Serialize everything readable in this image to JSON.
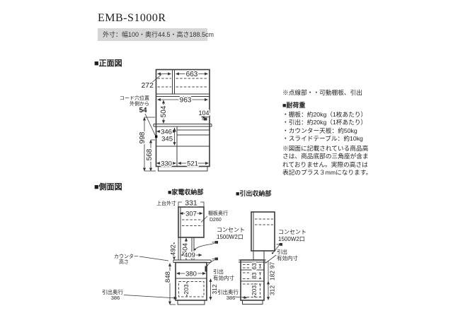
{
  "title": "EMB-S1000R",
  "subtitle": "外寸：幅100・奥行44.5・高さ188.5cm",
  "sections": {
    "front": "■正面図",
    "side": "■側面図",
    "appliance": "■家電収納部",
    "drawer": "■引出収納部"
  },
  "notes": {
    "dotted": "※点線部・・可動棚板、引出",
    "load_title": "■耐荷重",
    "load_items": [
      "・棚板：約20kg（1枚あたり）",
      "・引出：約20kg（1杯あたり）",
      "・カウンター天板：約50kg",
      "・スライドテーブル：約10kg"
    ],
    "height_note_lines": [
      "※図面に記載されている商品高",
      "さは、商品底部の三角座が含ま",
      "れておりません。実際の高さは",
      "表記のプラス３mmになります。"
    ]
  },
  "front": {
    "w663": "663",
    "w272": "272",
    "w963": "963",
    "h504": "504",
    "w104": "104",
    "cord_line1": "コード穴位置",
    "cord_line2": "外側から",
    "cord_val": "54",
    "w346": "346",
    "h345": "345",
    "h998": "998",
    "h568": "568",
    "w330": "330",
    "w521": "521"
  },
  "appliance": {
    "top_label": "上台外寸",
    "w331": "331",
    "w307": "307",
    "shelf_line1": "棚板奥行",
    "shelf_line2": "D260",
    "outlet_line1": "コンセント",
    "outlet_line2": "1500W2口",
    "h492": "492",
    "h504": "504",
    "d409": "409",
    "counter_line1": "カウンター",
    "counter_line2": "高さ",
    "h848": "848",
    "d380": "380",
    "drawer_line1": "引出",
    "drawer_line2": "有効内寸",
    "h312": "312",
    "h203": "203",
    "depth_label": "引出奥行",
    "depth_val": "386"
  },
  "drawer_unit": {
    "outlet_line1": "コンセント",
    "outlet_line2": "1500W2口",
    "drawer_line1": "引出",
    "drawer_line2": "有効内寸",
    "h63": "63",
    "h83": "83",
    "h203": "203",
    "h97": "97",
    "h182": "182",
    "h312": "312",
    "depth_label": "引出奥行",
    "depth_val": "386"
  }
}
